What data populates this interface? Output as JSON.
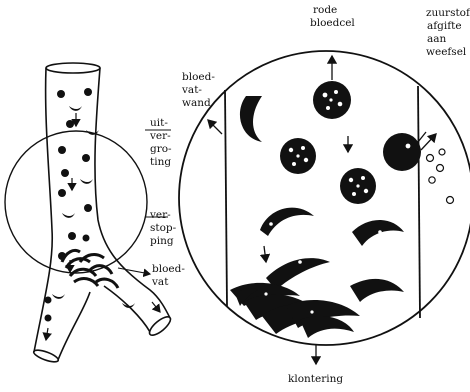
{
  "labels": {
    "rode_bloedcel": [
      "rode",
      "bloedcel"
    ],
    "zuurstofafgifte": [
      "zuurstof-",
      "afgifte",
      "aan",
      "weefsel"
    ],
    "bloedvatwand": [
      "bloed-",
      "vat-",
      "wand"
    ],
    "uitvergroting": [
      "uit-",
      "ver-",
      "gro-",
      "ting"
    ],
    "verstopping": [
      "ver-",
      "stop-",
      "ping"
    ],
    "bloedvat": [
      "bloed-",
      "vat"
    ],
    "klontering": [
      "klontering"
    ]
  }
}
